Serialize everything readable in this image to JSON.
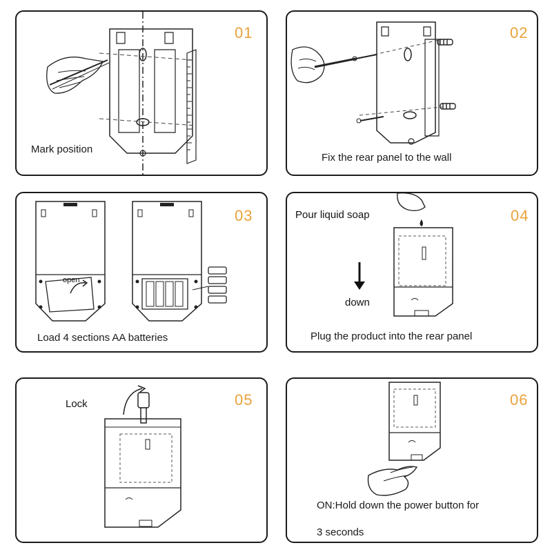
{
  "steps": [
    {
      "number": "01",
      "caption": "Mark position"
    },
    {
      "number": "02",
      "caption": "Fix the rear panel to the wall"
    },
    {
      "number": "03",
      "caption": "Load 4 sections AA batteries",
      "battery_cover_label": "open"
    },
    {
      "number": "04",
      "caption": "Plug the product into the rear panel",
      "pour_label": "Pour liquid soap",
      "arrow_label": "down"
    },
    {
      "number": "05",
      "label": "Lock"
    },
    {
      "number": "06",
      "caption_line1": "ON:Hold down the power button for",
      "caption_line2": "3 seconds"
    }
  ],
  "colors": {
    "step_number": "#e9a23b",
    "line": "#1a1a1a",
    "dashed": "#555555"
  }
}
